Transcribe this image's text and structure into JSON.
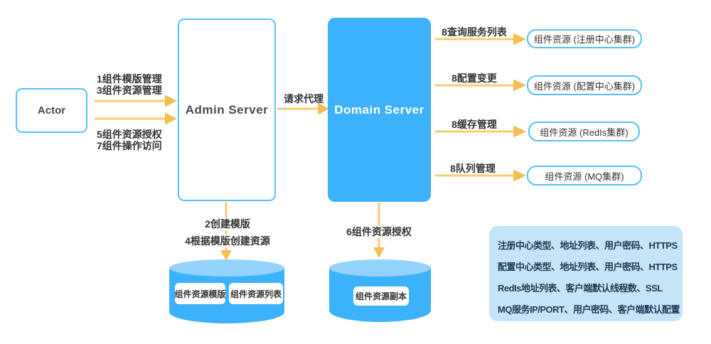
{
  "colors": {
    "blue_fill": "#3CB1FC",
    "blue_border": "#55C1F8",
    "cylinder_top": "#93D3FD",
    "arrow_line": "#F8CC6F",
    "arrow_head": "#F5BE55",
    "info_bg": "#C4E5F8",
    "info_text": "#1C3A57",
    "text_dark": "#4A4A4A"
  },
  "nodes": {
    "actor": "Actor",
    "admin_server": "Admin Server",
    "domain_server": "Domain Server"
  },
  "edges": {
    "actor_admin_top": [
      "1组件模版管理",
      "3组件资源管理"
    ],
    "actor_admin_bottom": [
      "5组件资源授权",
      "7组件操作访问"
    ],
    "admin_domain": "请求代理",
    "admin_store": [
      "2创建模版",
      "4根据模版创建资源"
    ],
    "domain_store": "6组件资源授权",
    "domain_links": [
      {
        "label": "8查询服务列表",
        "target": "组件资源 (注册中心集群)"
      },
      {
        "label": "8配置变更",
        "target": "组件资源 (配置中心集群)"
      },
      {
        "label": "8缓存管理",
        "target": "组件资源 (RedIs集群)"
      },
      {
        "label": "8队列管理",
        "target": "组件资源 (MQ集群)"
      }
    ]
  },
  "stores": {
    "template_store": {
      "items": [
        "组件资源模版",
        "组件资源列表"
      ]
    },
    "replica_store": {
      "items": [
        "组件资源副本"
      ]
    }
  },
  "info_box": {
    "lines": [
      "注册中心类型、地址列表、用户密码、HTTPS",
      "配置中心类型、地址列表、用户密码、HTTPS",
      "RedIs地址列表、客户端默认线程数、SSL",
      "MQ服务IP/PORT、用户密码、客户端默认配置"
    ]
  }
}
